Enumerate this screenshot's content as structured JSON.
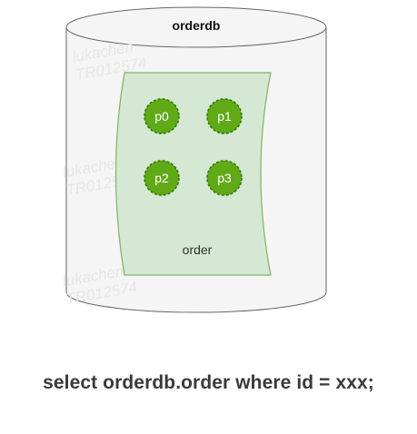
{
  "database": {
    "name": "orderdb"
  },
  "table": {
    "name": "order"
  },
  "partitions": [
    "p0",
    "p1",
    "p2",
    "p3"
  ],
  "query": "select orderdb.order where id = xxx;",
  "watermark": {
    "lines": [
      "lukachen",
      "TR012574"
    ]
  },
  "colors": {
    "cylinder_fill": "#f5f5f5",
    "cylinder_stroke": "#666666",
    "table_fill": "#d5e8d4",
    "table_stroke": "#82b366",
    "partition_fill": "#60a917",
    "partition_stroke": "#2d7600"
  }
}
